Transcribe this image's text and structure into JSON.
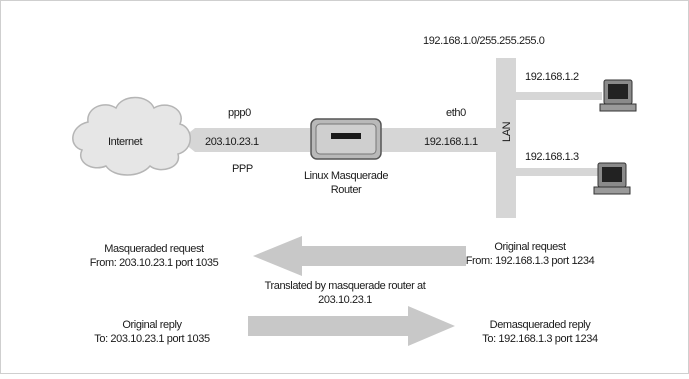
{
  "diagram": {
    "network_label": "192.168.1.0/255.255.255.0",
    "internet_label": "Internet",
    "ppp0_label": "ppp0",
    "ppp0_ip": "203.10.23.1",
    "ppp_label": "PPP",
    "eth0_label": "eth0",
    "eth0_ip": "192.168.1.1",
    "router_label_line1": "Linux Masquerade",
    "router_label_line2": "Router",
    "lan_label": "LAN",
    "host1_ip": "192.168.1.2",
    "host2_ip": "192.168.1.3"
  },
  "flow": {
    "masq_request_line1": "Masqueraded request",
    "masq_request_line2": "From: 203.10.23.1 port 1035",
    "orig_request_line1": "Original request",
    "orig_request_line2": "From: 192.168.1.3 port 1234",
    "translated_line1": "Translated by masquerade router at",
    "translated_line2": "203.10.23.1",
    "orig_reply_line1": "Original reply",
    "orig_reply_line2": "To: 203.10.23.1 port 1035",
    "demasq_reply_line1": "Demasqueraded reply",
    "demasq_reply_line2": "To: 192.168.1.3 port 1234"
  },
  "colors": {
    "frame": "#cfcfcf",
    "bar": "#d4d4d4",
    "cloud": "#e4e4e4",
    "cloud_stroke": "#b8b8b8",
    "arrow": "#c8c8c8"
  }
}
